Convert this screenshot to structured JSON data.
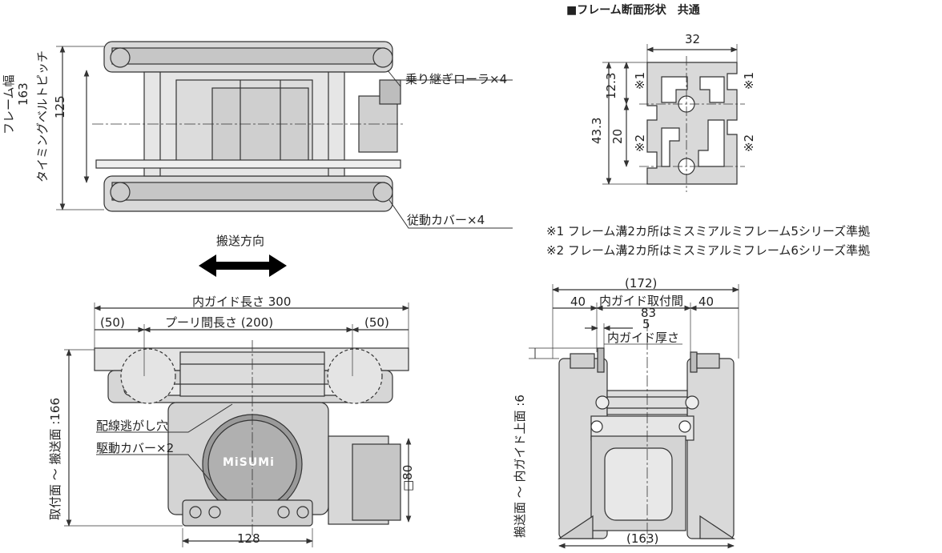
{
  "section_title": "■フレーム断面形状　共通",
  "colors": {
    "line": "#333333",
    "part_fill": "#d9d9d9",
    "dark_fill": "#9a9a9a",
    "accent": "#000000"
  },
  "top_view": {
    "label_frame_width": "フレーム幅",
    "value_frame_width": "163",
    "label_belt_pitch": "タイミングベルトピッチ",
    "value_belt_pitch": "125",
    "callout_roller": "乗り継ぎローラ×4",
    "callout_driven_cover": "従動カバー×4"
  },
  "direction_label": "搬送方向",
  "front_view": {
    "inner_guide_length": "内ガイド長さ 300",
    "margin_left": "(50)",
    "pulley_length": "プーリ間長さ (200)",
    "margin_right": "(50)",
    "mount_height": "取付面 ～ 搬送面 :166",
    "callout_wiring_hole": "配線逃がし穴",
    "callout_drive_cover": "駆動カバー×2",
    "logo_text": "MiSUMi",
    "motor_size": "□80",
    "bottom_width": "128"
  },
  "section_view": {
    "width": "32",
    "top_offset": "12.3",
    "total_height": "43.3",
    "slot_pitch": "20",
    "mark1": "※1",
    "mark2": "※2"
  },
  "notes": [
    "※1  フレーム溝2カ所はミスミアルミフレーム5シリーズ準拠",
    "※2  フレーム溝2カ所はミスミアルミフレーム6シリーズ準拠"
  ],
  "side_view": {
    "overall_width": "(172)",
    "inner_guide_mount": "内ガイド取付間",
    "left_gap": "40",
    "center_gap": "83",
    "right_gap": "40",
    "guide_thickness_value": "5",
    "guide_thickness_label": "内ガイド厚さ",
    "guide_height": "搬送面 ～ 内ガイド上面 :6",
    "bottom_width": "(163)"
  }
}
